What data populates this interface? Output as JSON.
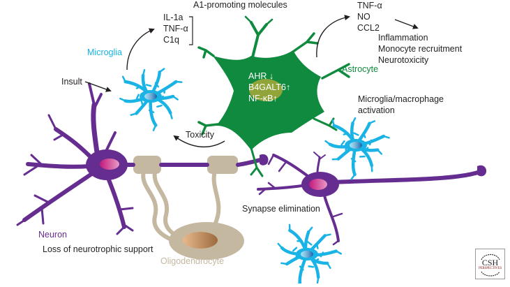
{
  "title": "A1 astrocyte induction and neurotoxicity",
  "colors": {
    "neuron": "#662d91",
    "microglia": "#1ab3e6",
    "astrocyte": "#0f8a3e",
    "oligodendrocyte": "#c4b8a0",
    "text": "#231f20",
    "nucleus_pink": "#d12a8a"
  },
  "labels": {
    "a1_molecules_heading": "A1-promoting molecules",
    "a1_molecules": [
      "IL-1a",
      "TNF-α",
      "C1q"
    ],
    "microglia": "Microglia",
    "insult": "Insult",
    "toxicity": "Toxicity",
    "astrocyte": "Astrocyte",
    "astrocyte_markers": [
      {
        "name": "AHR",
        "direction": "↓"
      },
      {
        "name": "B4GALT6",
        "direction": "↑"
      },
      {
        "name": "NF-κB",
        "direction": "↑"
      }
    ],
    "secreted": [
      "TNF-α",
      "NO",
      "CCL2"
    ],
    "effects": [
      "Inflammation",
      "Monocyte recruitment",
      "Neurotoxicity"
    ],
    "microglia_activation": [
      "Microglia/macrophage",
      "activation"
    ],
    "synapse_elimination": "Synapse elimination",
    "neuron": "Neuron",
    "loss_support": "Loss of neurotrophic support",
    "oligodendrocyte": "Oligodendrocyte"
  },
  "logo": {
    "line1": "CSH",
    "line2": "PERSPECTIVES"
  }
}
